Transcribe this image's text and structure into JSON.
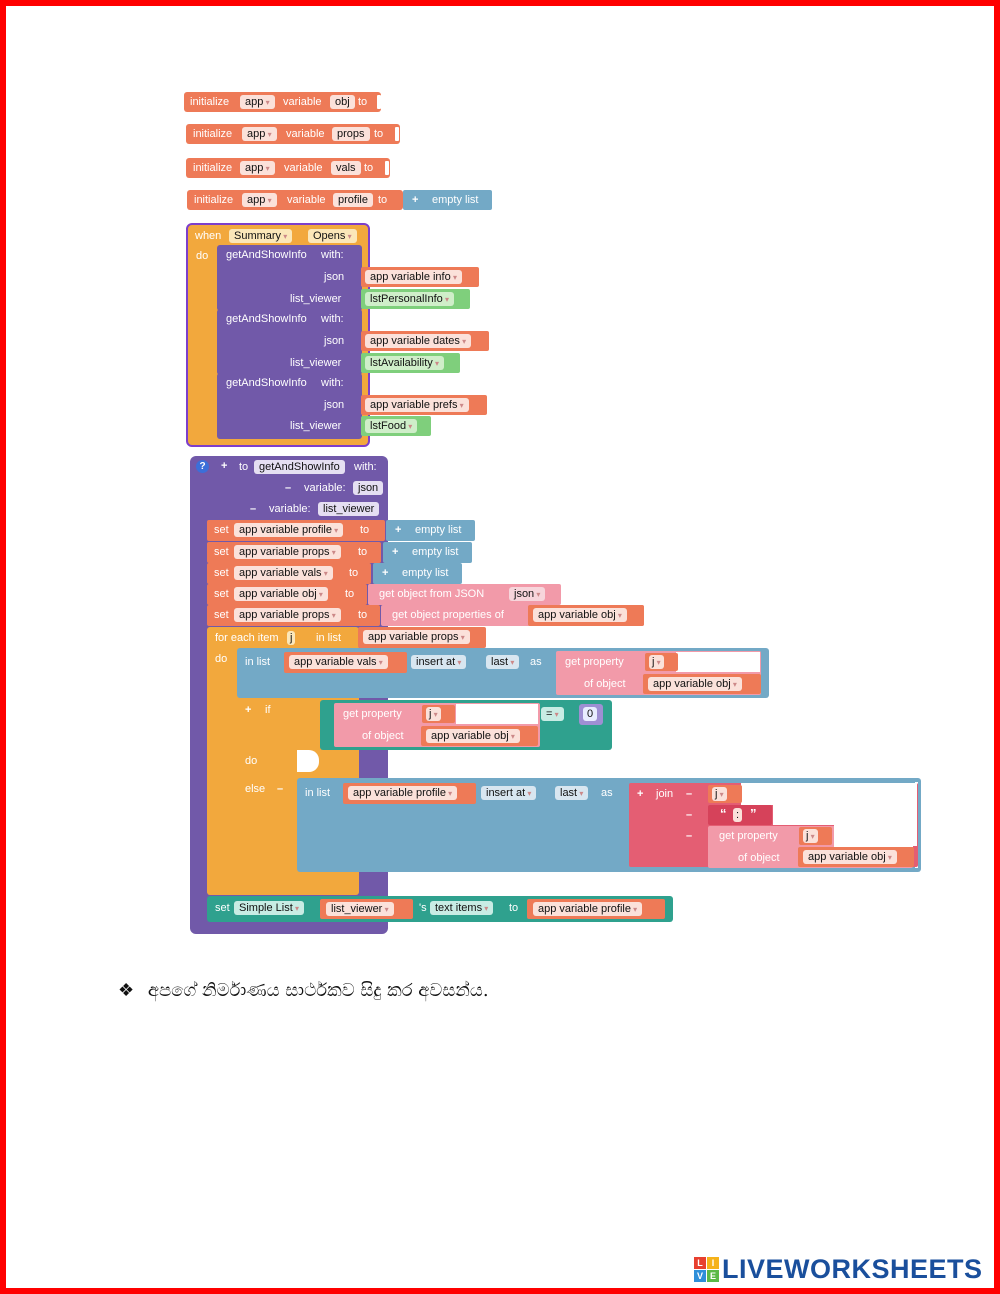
{
  "init_blocks": [
    {
      "kw": "initialize",
      "scope": "app",
      "mid": "variable",
      "name": "obj",
      "to": "to"
    },
    {
      "kw": "initialize",
      "scope": "app",
      "mid": "variable",
      "name": "props",
      "to": "to"
    },
    {
      "kw": "initialize",
      "scope": "app",
      "mid": "variable",
      "name": "vals",
      "to": "to"
    },
    {
      "kw": "initialize",
      "scope": "app",
      "mid": "variable",
      "name": "profile",
      "to": "to",
      "value": "empty list"
    }
  ],
  "plus": "+",
  "minus": "–",
  "event": {
    "when": "when",
    "component": "Summary",
    "event": "Opens",
    "do": "do",
    "calls": [
      {
        "name": "getAndShowInfo",
        "with": "with:",
        "json": "json",
        "json_val": "app variable info",
        "lv": "list_viewer",
        "lv_val": "lstPersonalInfo"
      },
      {
        "name": "getAndShowInfo",
        "with": "with:",
        "json": "json",
        "json_val": "app variable dates",
        "lv": "list_viewer",
        "lv_val": "lstAvailability"
      },
      {
        "name": "getAndShowInfo",
        "with": "with:",
        "json": "json",
        "json_val": "app variable prefs",
        "lv": "list_viewer",
        "lv_val": "lstFood"
      }
    ]
  },
  "proc": {
    "help": "?",
    "to": "to",
    "name": "getAndShowInfo",
    "with": "with:",
    "var_label": "variable:",
    "param1": "json",
    "param2": "list_viewer",
    "set": "set",
    "to_kw": "to",
    "sets": [
      {
        "var": "app variable profile",
        "val": "empty list"
      },
      {
        "var": "app variable props",
        "val": "empty list"
      },
      {
        "var": "app variable vals",
        "val": "empty list"
      },
      {
        "var": "app variable obj",
        "val": "get object from JSON",
        "arg": "json"
      },
      {
        "var": "app variable props",
        "val": "get object properties of",
        "arg": "app variable obj"
      }
    ],
    "foreach": {
      "label": "for each item",
      "item": "j",
      "in_list": "in list",
      "list": "app variable props",
      "do": "do"
    },
    "insert1": {
      "in_list": "in list",
      "list": "app variable vals",
      "insert_at": "insert at",
      "pos": "last",
      "as": "as",
      "get_property": "get property",
      "key": "j",
      "of_object": "of object",
      "obj": "app variable obj"
    },
    "if_block": {
      "if": "if",
      "get_property": "get property",
      "key": "j",
      "of_object": "of object",
      "obj": "app variable obj",
      "op": "=",
      "num": "0",
      "do": "do",
      "else": "else"
    },
    "insert2": {
      "in_list": "in list",
      "list": "app variable profile",
      "insert_at": "insert at",
      "pos": "last",
      "as": "as",
      "join": "join",
      "j1": "j",
      "quote_open": "“",
      "colon": ":",
      "quote_close": "”",
      "get_property": "get property",
      "key": "j",
      "of_object": "of object",
      "obj": "app variable obj"
    },
    "final_set": {
      "set": "set",
      "component": "Simple List",
      "arg": "list_viewer",
      "prop": "'s",
      "prop_name": "text items",
      "to": "to",
      "value": "app variable profile"
    }
  },
  "instruction": {
    "bullet": "❖",
    "text": "අපගේ නිර්මාණය සාර්ථකව සිදු කර අවසන්ය."
  },
  "footer": {
    "logo_letters": [
      "L",
      "I",
      "V",
      "E"
    ],
    "logo_text": "LIVEWORKSHEETS"
  }
}
